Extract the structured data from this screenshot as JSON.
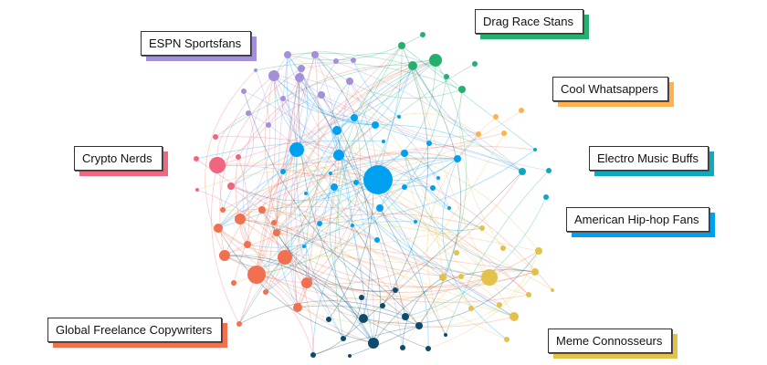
{
  "communities": [
    {
      "id": "espn",
      "name": "ESPN Sportsfans",
      "color": "#a48fd9"
    },
    {
      "id": "drag",
      "name": "Drag Race Stans",
      "color": "#26b06f"
    },
    {
      "id": "whats",
      "name": "Cool Whatsappers",
      "color": "#ffb24c"
    },
    {
      "id": "crypto",
      "name": "Crypto Nerds",
      "color": "#f06680"
    },
    {
      "id": "electro",
      "name": "Electro Music Buffs",
      "color": "#0ea9bd"
    },
    {
      "id": "hiphop",
      "name": "American Hip-hop Fans",
      "color": "#00a0f0"
    },
    {
      "id": "copy",
      "name": "Global Freelance Copywriters",
      "color": "#f07050"
    },
    {
      "id": "meme",
      "name": "Meme Connosseurs",
      "color": "#e2c24b"
    },
    {
      "id": "other",
      "name": "",
      "color": "#0d4a6b"
    }
  ]
}
